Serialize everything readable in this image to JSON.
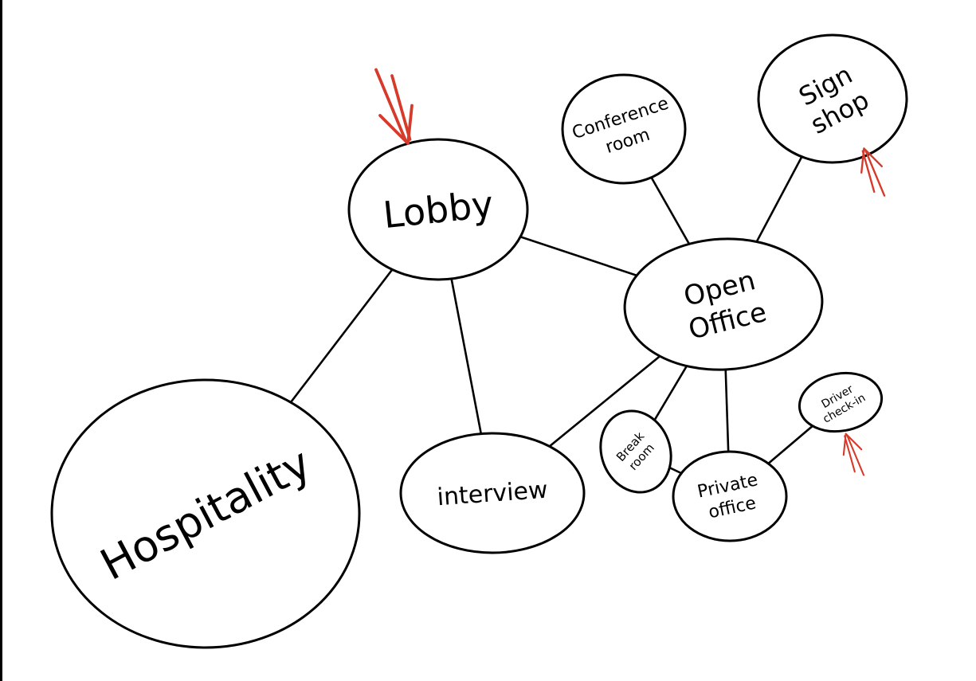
{
  "diagram": {
    "type": "bubble-diagram",
    "nodes": [
      {
        "id": "lobby",
        "lines": [
          "Lobby"
        ]
      },
      {
        "id": "conference",
        "lines": [
          "Conference",
          "room"
        ]
      },
      {
        "id": "sign",
        "lines": [
          "Sign",
          "shop"
        ]
      },
      {
        "id": "open",
        "lines": [
          "Open",
          "Office"
        ]
      },
      {
        "id": "hospitality",
        "lines": [
          "Hospitality"
        ]
      },
      {
        "id": "interview",
        "lines": [
          "interview"
        ]
      },
      {
        "id": "breakroom",
        "lines": [
          "Break",
          "room"
        ]
      },
      {
        "id": "private",
        "lines": [
          "Private",
          "office"
        ]
      },
      {
        "id": "driver",
        "lines": [
          "Driver",
          "check-in"
        ]
      }
    ],
    "edges": [
      [
        "lobby",
        "open"
      ],
      [
        "lobby",
        "hospitality"
      ],
      [
        "lobby",
        "interview"
      ],
      [
        "conference",
        "open"
      ],
      [
        "sign",
        "open"
      ],
      [
        "open",
        "interview"
      ],
      [
        "open",
        "breakroom"
      ],
      [
        "open",
        "private"
      ],
      [
        "breakroom",
        "private"
      ],
      [
        "private",
        "driver"
      ]
    ],
    "entry_markers": [
      "lobby",
      "sign",
      "driver"
    ],
    "marker_color": "#d63a2a"
  }
}
